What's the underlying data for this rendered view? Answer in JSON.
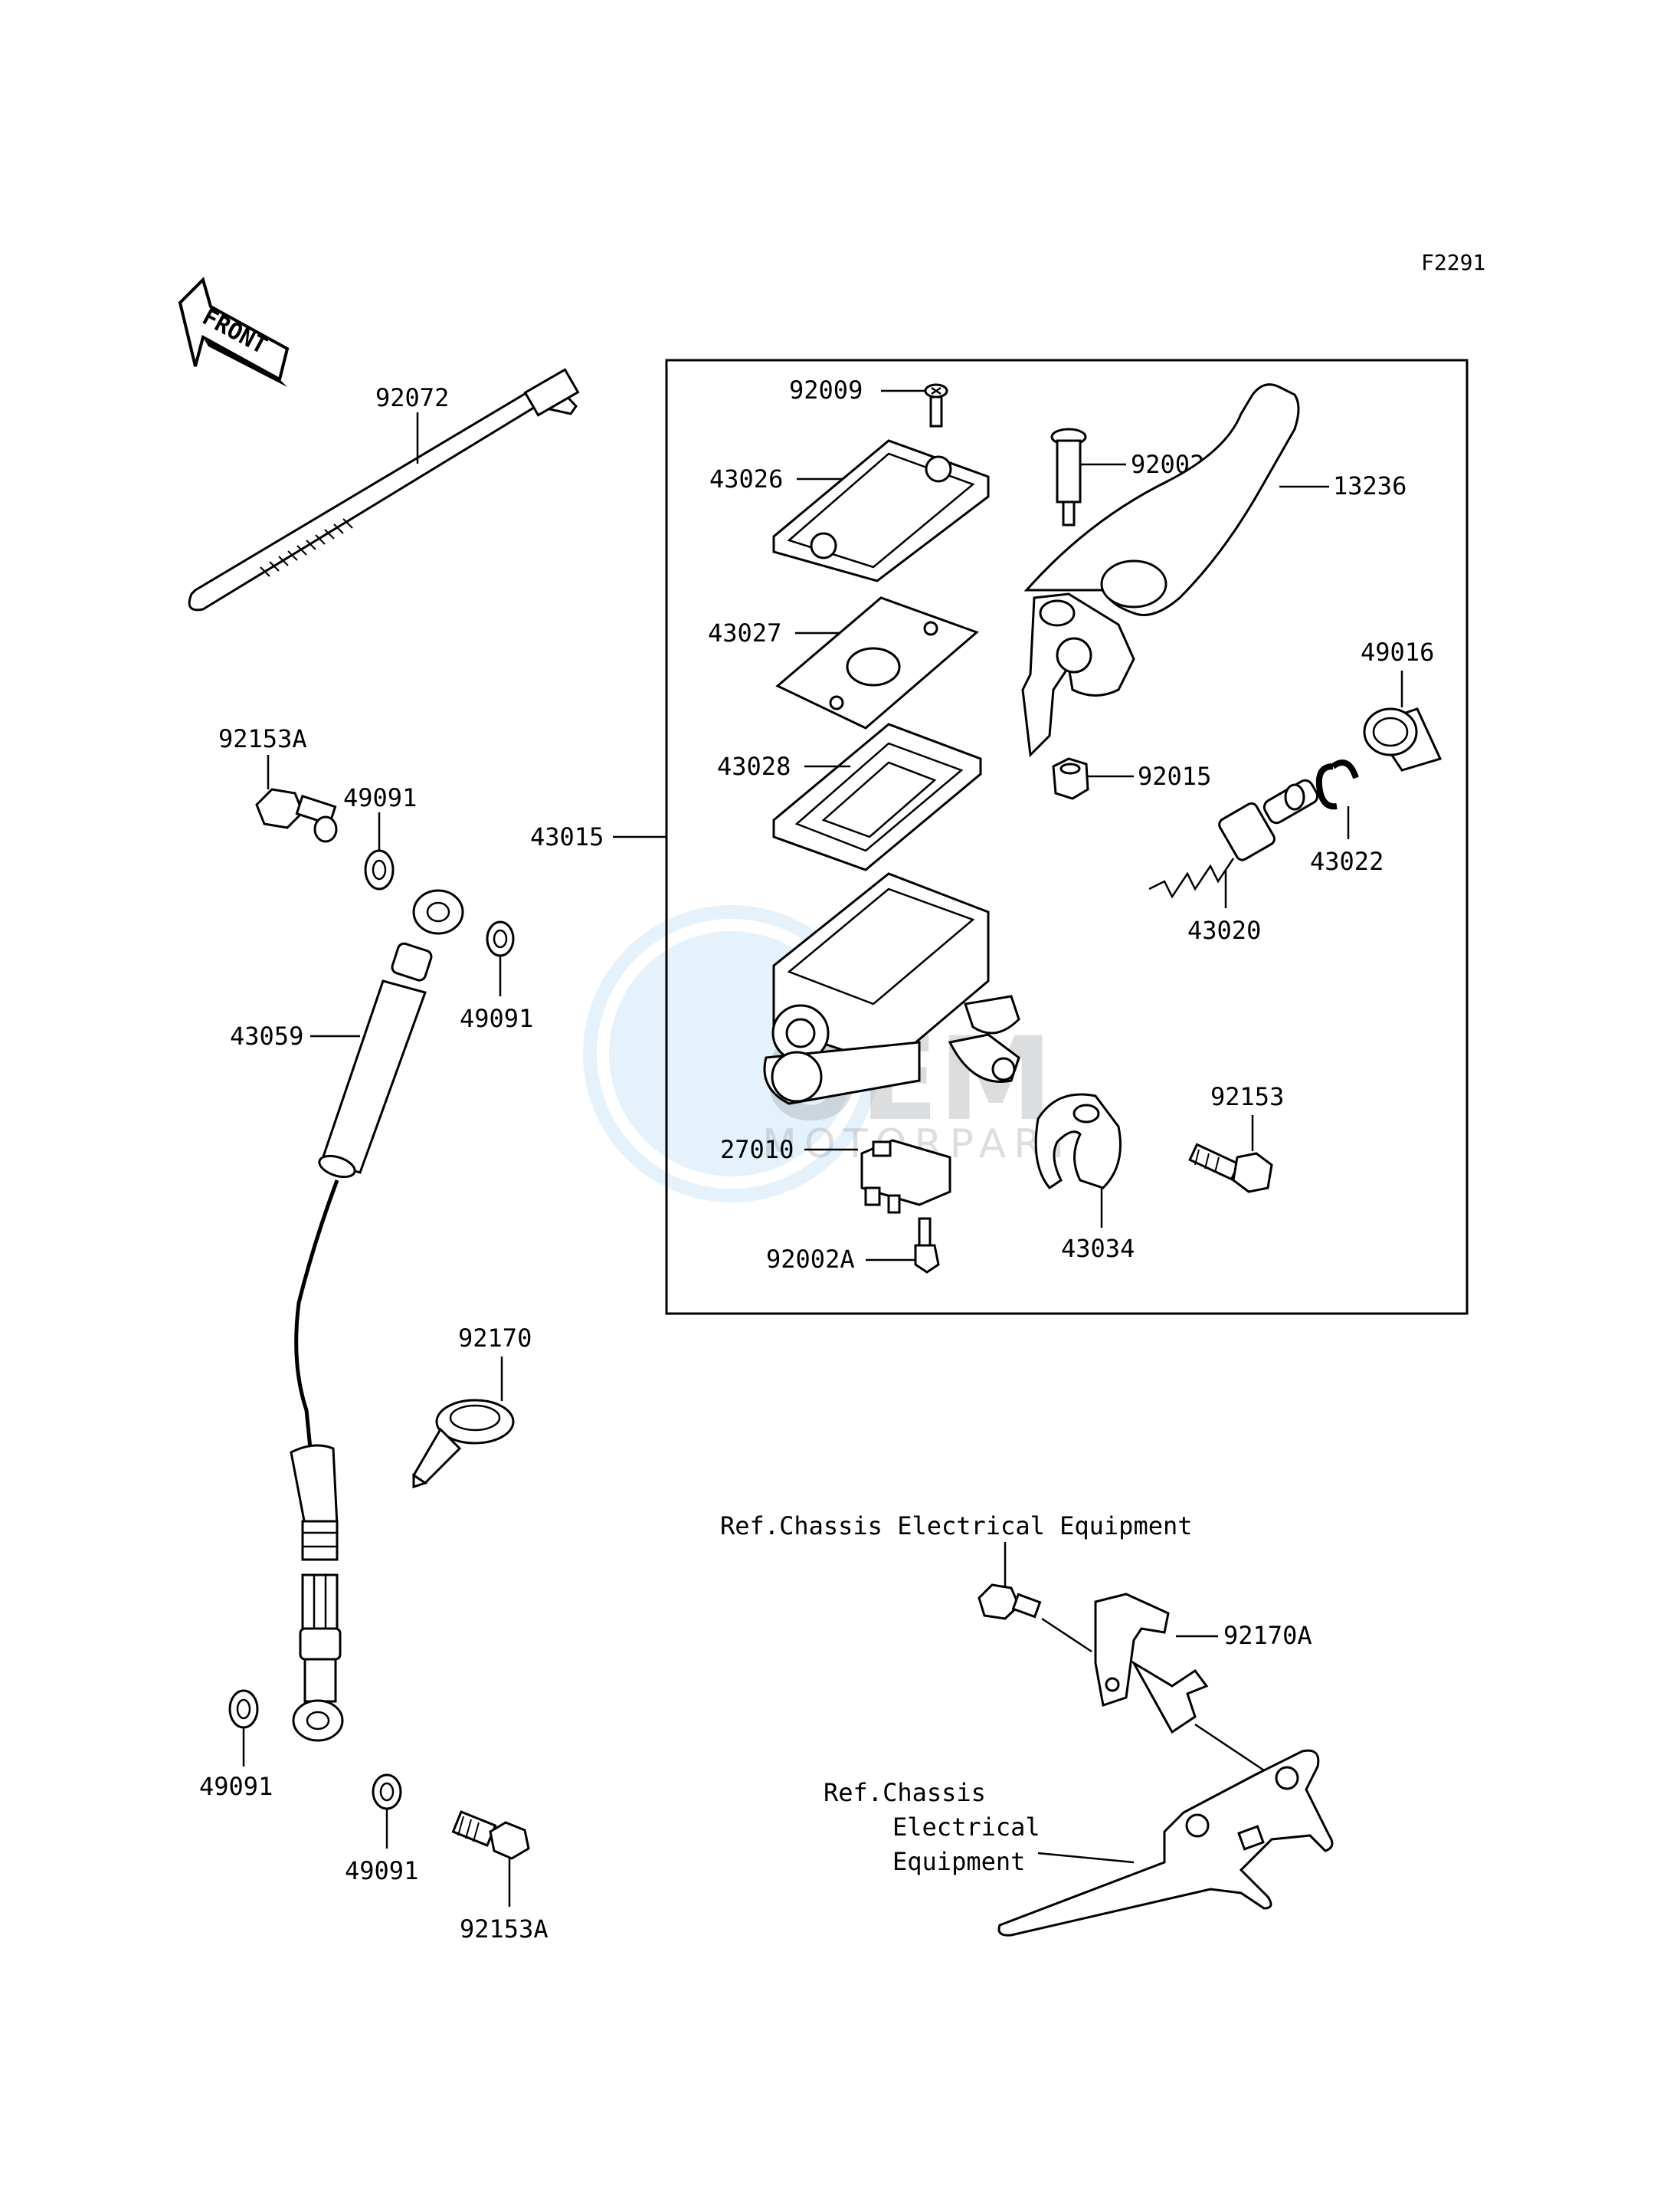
{
  "diagram_code": "F2291",
  "front_arrow_label": "FRONT",
  "assembly_label": "43015",
  "parts": {
    "cable_tie": "92072",
    "screw": "92009",
    "cap": "43026",
    "plate": "43027",
    "diaphragm": "43028",
    "pin": "92002",
    "lever": "13236",
    "boot": "49016",
    "nut": "92015",
    "circlip": "43022",
    "piston_assy": "43020",
    "holder_bolt": "92153",
    "switch": "27010",
    "holder": "43034",
    "switch_screw": "92002A",
    "banjo_bolt_top": "92153A",
    "washer_top_1": "49091",
    "washer_top_2": "49091",
    "brake_hose": "43059",
    "clamp": "92170",
    "bracket_clamp": "92170A",
    "washer_bottom_1": "49091",
    "washer_bottom_2": "49091",
    "banjo_bolt_bottom": "92153A"
  },
  "references": {
    "top": "Ref.Chassis Electrical Equipment",
    "bottom_line1": "Ref.Chassis",
    "bottom_line2": "Electrical",
    "bottom_line3": "Equipment"
  },
  "watermark": {
    "brand": "OEM",
    "sub": "MOTORPARTS"
  }
}
